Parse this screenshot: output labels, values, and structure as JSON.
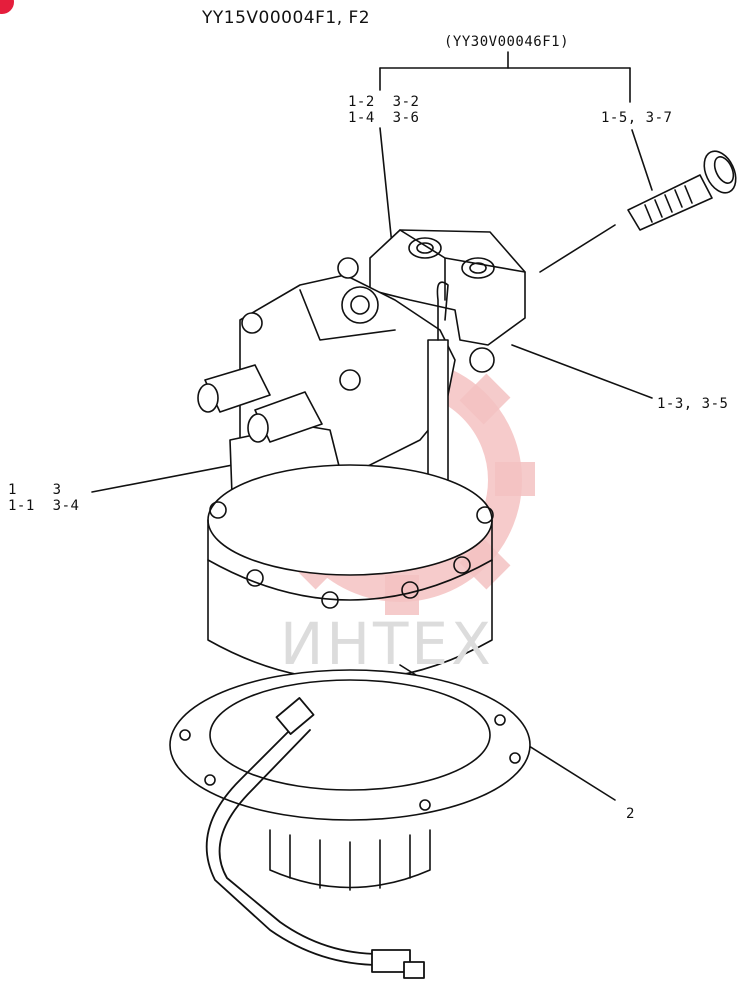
{
  "title": "YY15V00004F1, F2",
  "callouts": {
    "group": "(YY30V00046F1)",
    "top_left_row1": "1-2  3-2",
    "top_left_row2": "1-4  3-6",
    "top_right": "1-5, 3-7",
    "right_mid": "1-3, 3-5",
    "left_row1": "1    3",
    "left_row2": "1-1  3-4",
    "bottom_right": "2"
  },
  "watermark": "ИНТЕХ",
  "colors": {
    "ink": "#111111",
    "watermark_gear": "#f4c2c2",
    "watermark_text": "#dcdcdc",
    "corner_badge": "#e51e3c"
  }
}
